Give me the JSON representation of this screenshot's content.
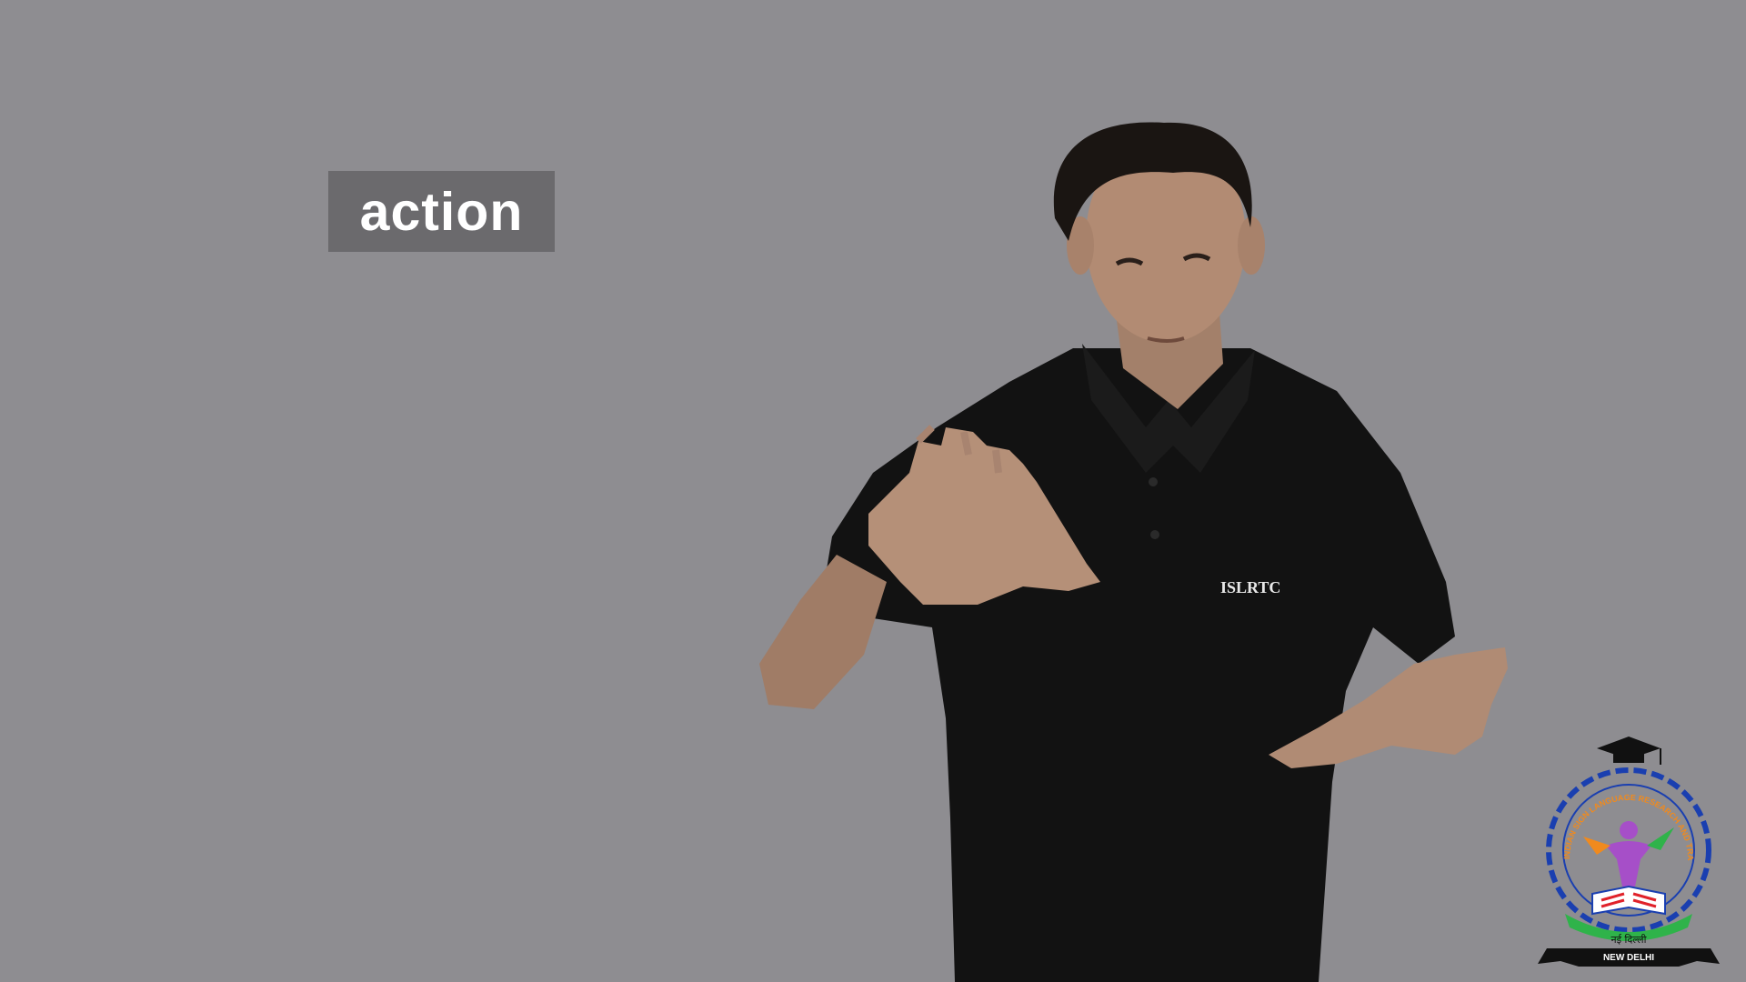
{
  "caption": {
    "word": "action"
  },
  "presenter": {
    "shirt_text": "ISLRTC"
  },
  "logo": {
    "ring_text": "INDIAN SIGN LANGUAGE RESEARCH AND TRAINING CENTRE",
    "hindi_text": "नई दिल्ली",
    "city_text": "NEW DELHI"
  },
  "colors": {
    "background": "#8e8d91",
    "caption_box": "#6b6a6d",
    "caption_text": "#ffffff",
    "shirt": "#121212",
    "skin": "#b08a72",
    "hair": "#1a1512",
    "gear_blue": "#1a3fb0",
    "logo_green": "#2fb34a",
    "logo_orange": "#f08a1e",
    "logo_purple": "#a64fc8"
  }
}
